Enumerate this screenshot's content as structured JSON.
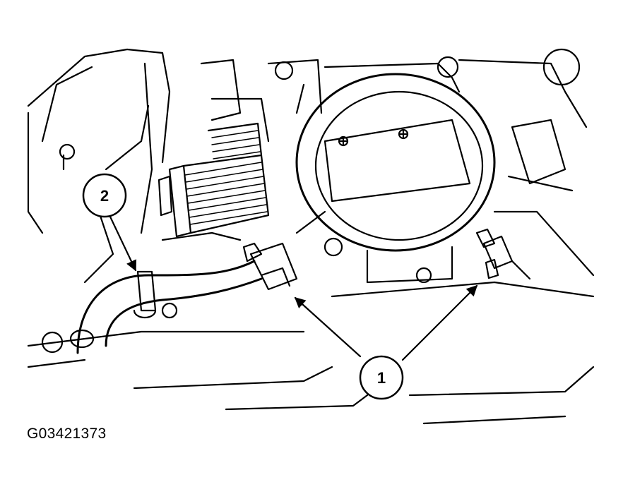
{
  "figure": {
    "id_label": "G03421373"
  },
  "callouts": [
    {
      "number": "1"
    },
    {
      "number": "2"
    }
  ]
}
